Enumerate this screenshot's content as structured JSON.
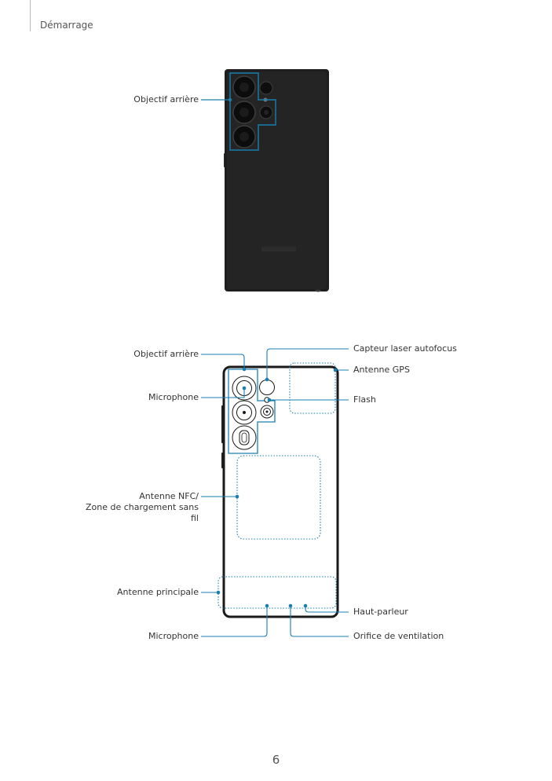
{
  "header": {
    "section": "Démarrage"
  },
  "top_figure": {
    "rear_camera_label": "Objectif arrière"
  },
  "bottom_figure": {
    "left_labels": {
      "rear_camera": "Objectif arrière",
      "microphone_top": "Microphone",
      "nfc_line1": "Antenne NFC/",
      "nfc_line2": "Zone de chargement sans",
      "nfc_line3": "fil",
      "main_antenna": "Antenne principale",
      "microphone_bottom": "Microphone"
    },
    "right_labels": {
      "laser_af": "Capteur laser autofocus",
      "gps_antenna": "Antenne GPS",
      "flash": "Flash",
      "speaker": "Haut-parleur",
      "vent": "Orifice de ventilation"
    }
  },
  "colors": {
    "accent": "#1a7fb0",
    "phone_body": "#1e1e1e"
  },
  "footer": {
    "page_number": "6"
  }
}
